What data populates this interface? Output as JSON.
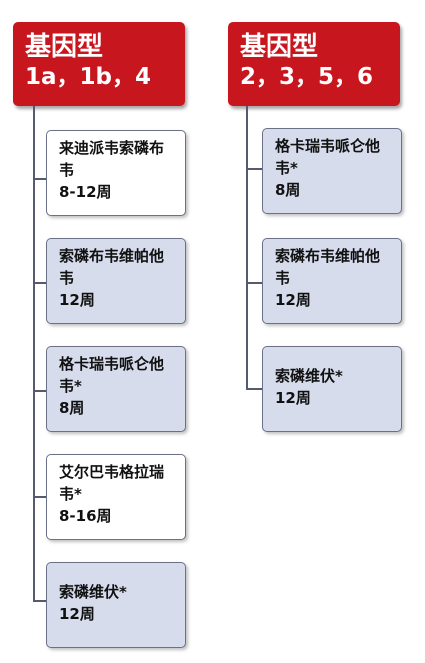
{
  "groups": [
    {
      "title": "基因型",
      "genotypes": "1a，1b，4",
      "regimens": [
        {
          "name": "来迪派韦索磷布韦",
          "duration": "8-12周"
        },
        {
          "name": "索磷布韦维帕他韦",
          "duration": "12周"
        },
        {
          "name": "格卡瑞韦哌仑他韦*",
          "duration": "8周"
        },
        {
          "name": "艾尔巴韦格拉瑞韦*",
          "duration": "8-16周"
        },
        {
          "name": "索磷维伏*",
          "duration": "12周"
        }
      ]
    },
    {
      "title": "基因型",
      "genotypes": "2，3，5，6",
      "regimens": [
        {
          "name": "格卡瑞韦哌仑他韦*",
          "duration": "8周"
        },
        {
          "name": "索磷布韦维帕他韦",
          "duration": "12周"
        },
        {
          "name": "索磷维伏*",
          "duration": "12周"
        }
      ]
    }
  ],
  "colors": {
    "header_red": "#c8161e",
    "box_white": "#ffffff",
    "box_blue": "#d6dcec",
    "connector": "#555a6e"
  }
}
